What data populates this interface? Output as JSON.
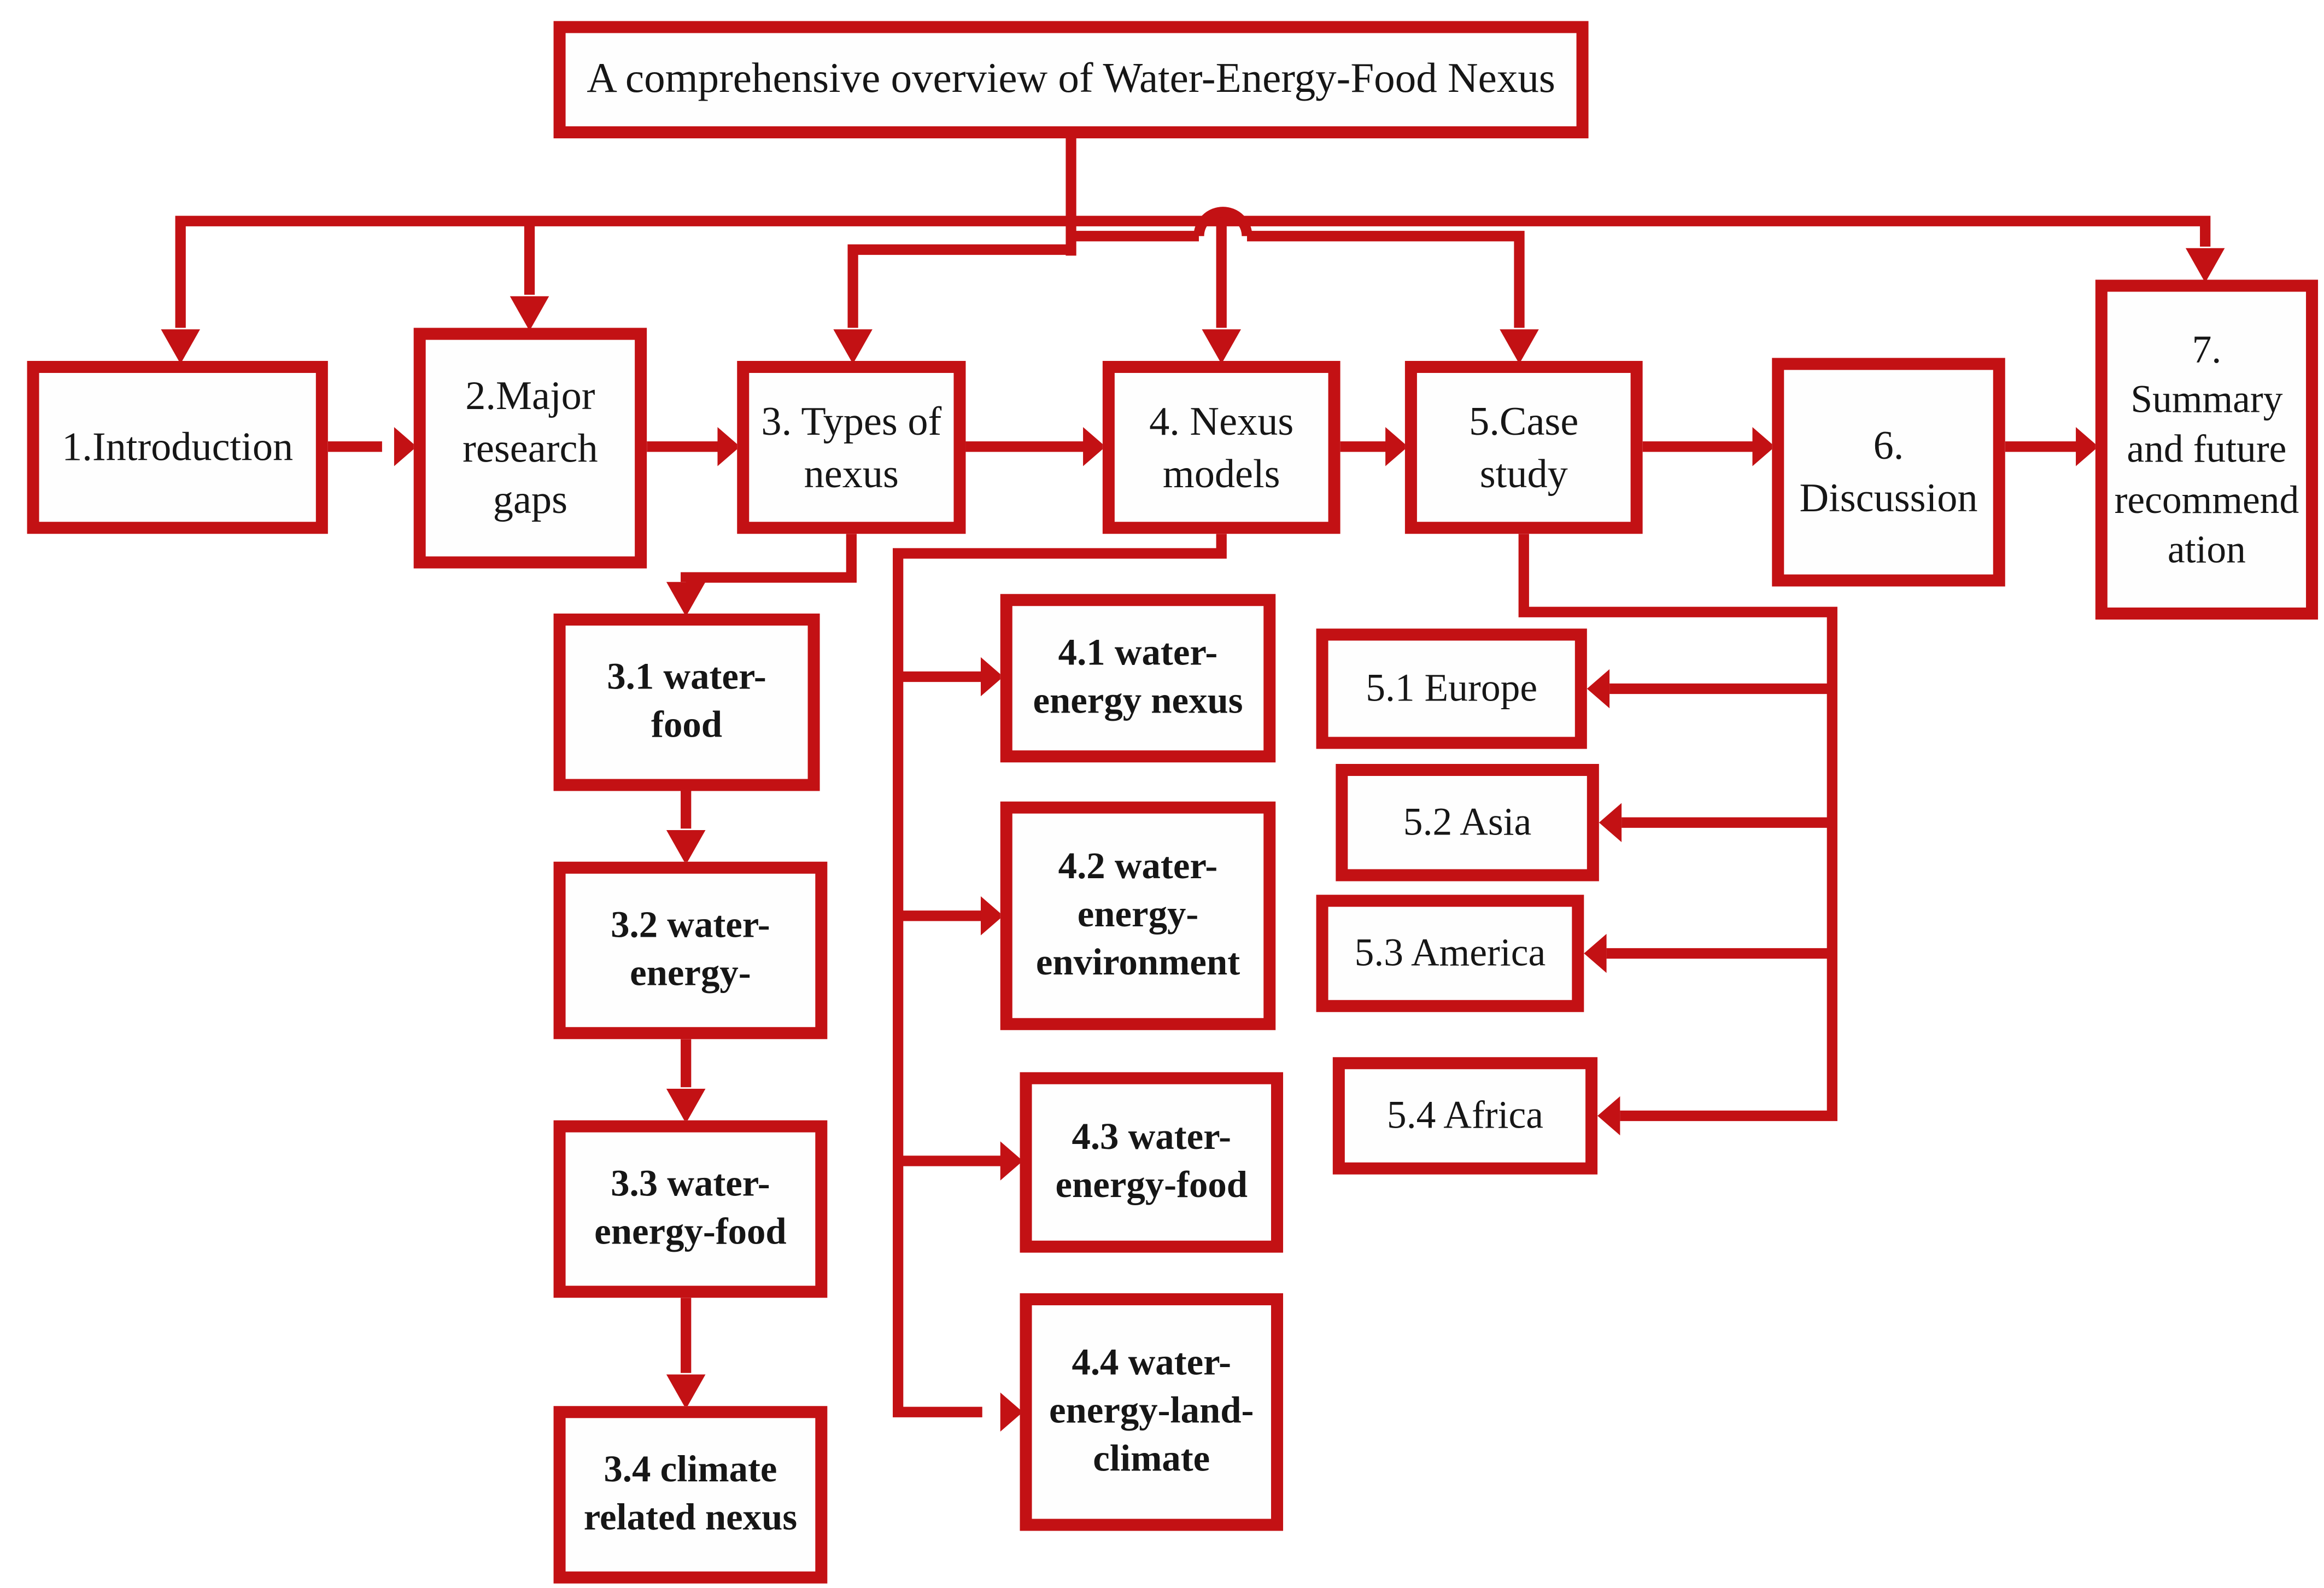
{
  "colors": {
    "accent": "#c31114",
    "text": "#161616",
    "background": "#ffffff"
  },
  "diagram": {
    "title": "A comprehensive overview of Water-Energy-Food Nexus",
    "main_flow": [
      {
        "id": "1",
        "label": "1.Introduction"
      },
      {
        "id": "2",
        "label": "2.Major\nresearch\ngaps"
      },
      {
        "id": "3",
        "label": "3. Types of\nnexus"
      },
      {
        "id": "4",
        "label": "4. Nexus\nmodels"
      },
      {
        "id": "5",
        "label": "5.Case\nstudy"
      },
      {
        "id": "6",
        "label": "6.\nDiscussion"
      },
      {
        "id": "7",
        "label": "7.\nSummary\nand future\nrecommend\nation"
      }
    ],
    "types_of_nexus": [
      {
        "id": "3.1",
        "label": "3.1 water-\nfood"
      },
      {
        "id": "3.2",
        "label": "3.2 water-\nenergy-"
      },
      {
        "id": "3.3",
        "label": "3.3 water-\nenergy-food"
      },
      {
        "id": "3.4",
        "label": "3.4 climate\nrelated nexus"
      }
    ],
    "nexus_models": [
      {
        "id": "4.1",
        "label": "4.1 water-\nenergy nexus"
      },
      {
        "id": "4.2",
        "label": "4.2 water-\nenergy-\nenvironment"
      },
      {
        "id": "4.3",
        "label": "4.3 water-\nenergy-food"
      },
      {
        "id": "4.4",
        "label": "4.4 water-\nenergy-land-\nclimate"
      }
    ],
    "case_studies": [
      {
        "id": "5.1",
        "label": "5.1 Europe"
      },
      {
        "id": "5.2",
        "label": "5.2 Asia"
      },
      {
        "id": "5.3",
        "label": "5.3 America"
      },
      {
        "id": "5.4",
        "label": "5.4 Africa"
      }
    ]
  }
}
